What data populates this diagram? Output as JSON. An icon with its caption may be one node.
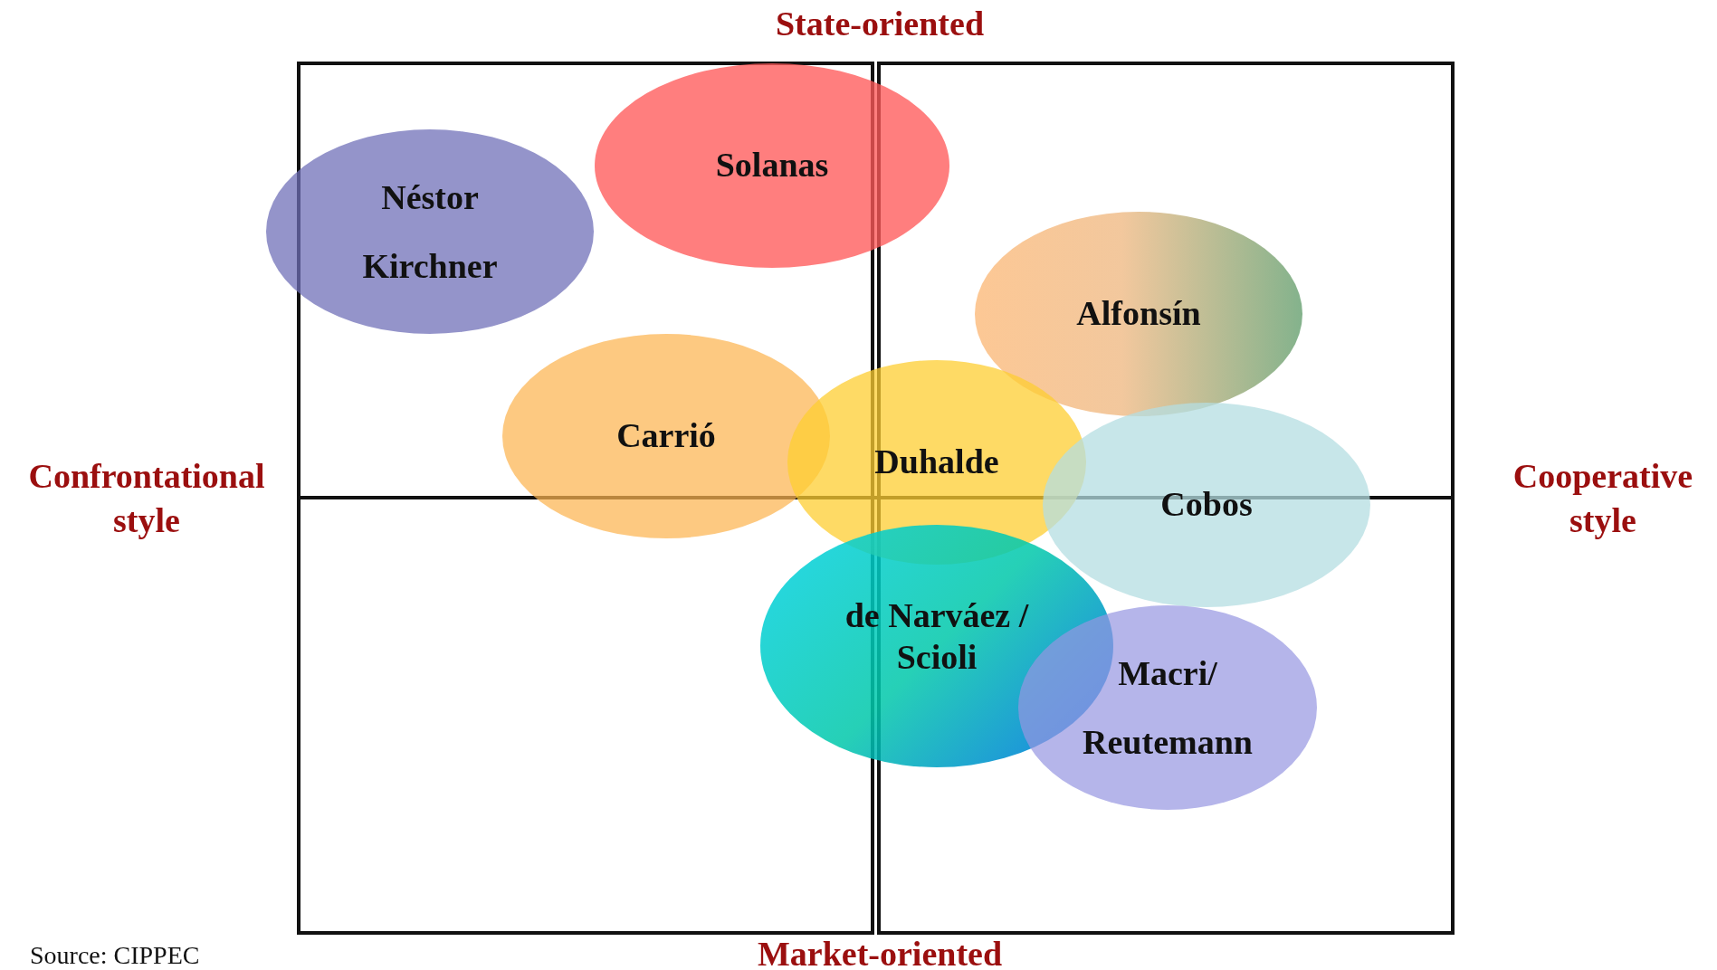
{
  "diagram": {
    "nodes": [
      {
        "text": [
          "Néstor Kirchner"
        ]
      },
      {
        "text": [
          "Solanas"
        ]
      },
      {
        "text": [
          "Alfonsín"
        ]
      },
      {
        "text": [
          "Carrió"
        ]
      },
      {
        "text": [
          "Duhalde"
        ]
      },
      {
        "text": [
          "Cobos"
        ]
      },
      {
        "text": [
          "de Narváez / Scioli"
        ]
      },
      {
        "text": [
          "Macri/ Reutemann"
        ]
      }
    ],
    "labels": [
      "State-oriented",
      "Confrontational style",
      "Cooperative style",
      "Market-oriented",
      "Source: CIPPEC"
    ]
  }
}
